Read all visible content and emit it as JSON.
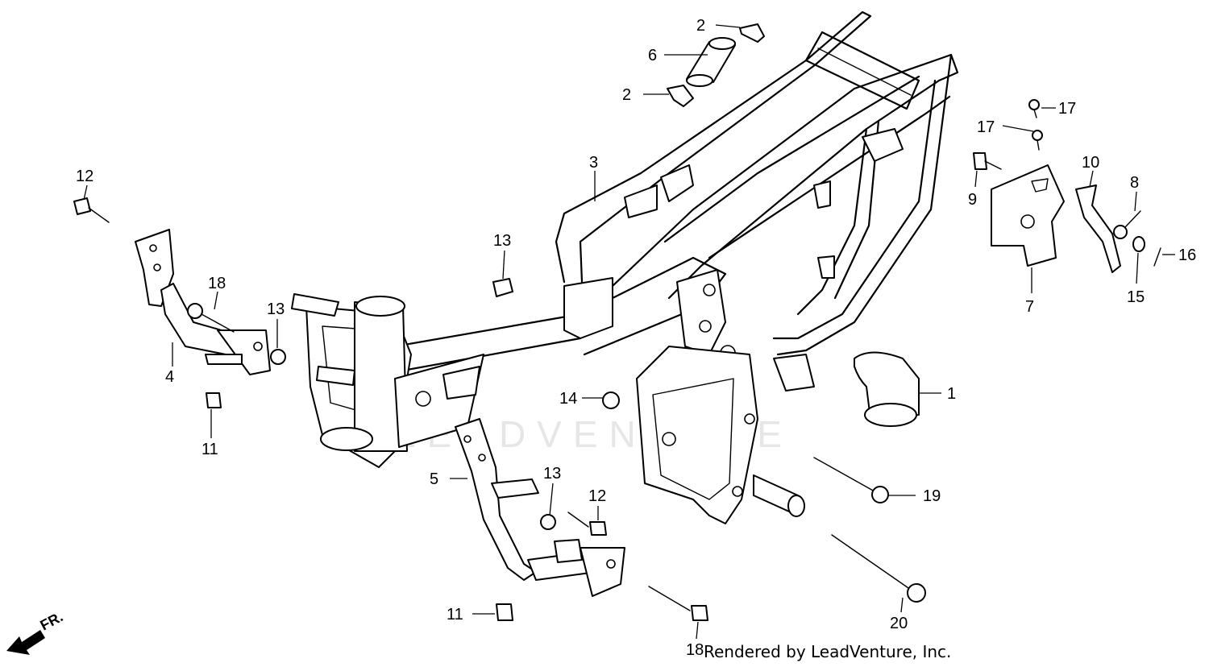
{
  "diagram": {
    "watermark": "LEADVENTURE",
    "credit": "Rendered by LeadVenture, Inc.",
    "direction_label": "FR.",
    "callouts": [
      "1",
      "2",
      "2",
      "3",
      "4",
      "5",
      "6",
      "7",
      "8",
      "9",
      "10",
      "11",
      "11",
      "12",
      "12",
      "13",
      "13",
      "13",
      "14",
      "15",
      "16",
      "17",
      "17",
      "18",
      "18",
      "19",
      "20"
    ]
  }
}
